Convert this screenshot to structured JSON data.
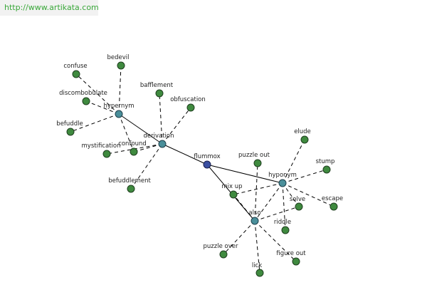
{
  "source": {
    "url": "http://www.artikata.com"
  },
  "colors": {
    "link": "#3aa83a",
    "word_node": "#3f8a3f",
    "relation_node": "#4a8f9a",
    "root_node": "#3a4fa0",
    "edge": "#000000"
  },
  "graph": {
    "root": "flummox",
    "nodes": [
      {
        "id": "flummox",
        "label": "flummox",
        "kind": "root"
      },
      {
        "id": "derivation",
        "label": "derivation",
        "kind": "relation"
      },
      {
        "id": "hypernym",
        "label": "hypernym",
        "kind": "relation"
      },
      {
        "id": "hyponym",
        "label": "hyponym",
        "kind": "relation"
      },
      {
        "id": "also",
        "label": "also",
        "kind": "relation"
      },
      {
        "id": "confuse",
        "label": "confuse",
        "kind": "word"
      },
      {
        "id": "bedevil",
        "label": "bedevil",
        "kind": "word"
      },
      {
        "id": "discombobulate",
        "label": "discombobulate",
        "kind": "word"
      },
      {
        "id": "befuddle",
        "label": "befuddle",
        "kind": "word"
      },
      {
        "id": "bafflement",
        "label": "bafflement",
        "kind": "word"
      },
      {
        "id": "obfuscation",
        "label": "obfuscation",
        "kind": "word"
      },
      {
        "id": "mystification",
        "label": "mystification",
        "kind": "word"
      },
      {
        "id": "confound",
        "label": "confound",
        "kind": "word"
      },
      {
        "id": "befuddlement",
        "label": "befuddlement",
        "kind": "word"
      },
      {
        "id": "puzzle_out",
        "label": "puzzle out",
        "kind": "word"
      },
      {
        "id": "elude",
        "label": "elude",
        "kind": "word"
      },
      {
        "id": "stump",
        "label": "stump",
        "kind": "word"
      },
      {
        "id": "mix_up",
        "label": "mix up",
        "kind": "word"
      },
      {
        "id": "escape",
        "label": "escape",
        "kind": "word"
      },
      {
        "id": "solve",
        "label": "solve",
        "kind": "word"
      },
      {
        "id": "riddle",
        "label": "riddle",
        "kind": "word"
      },
      {
        "id": "puzzle_over",
        "label": "puzzle over",
        "kind": "word"
      },
      {
        "id": "figure_out",
        "label": "figure out",
        "kind": "word"
      },
      {
        "id": "lick",
        "label": "lick",
        "kind": "word"
      }
    ],
    "edges": [
      {
        "from": "flummox",
        "to": "derivation",
        "style": "solid"
      },
      {
        "from": "flummox",
        "to": "hyponym",
        "style": "solid"
      },
      {
        "from": "flummox",
        "to": "also",
        "style": "solid"
      },
      {
        "from": "derivation",
        "to": "hypernym",
        "style": "solid"
      },
      {
        "from": "hypernym",
        "to": "confuse",
        "style": "dashed"
      },
      {
        "from": "hypernym",
        "to": "bedevil",
        "style": "dashed"
      },
      {
        "from": "hypernym",
        "to": "discombobulate",
        "style": "dashed"
      },
      {
        "from": "hypernym",
        "to": "befuddle",
        "style": "dashed"
      },
      {
        "from": "hypernym",
        "to": "confound",
        "style": "dashed"
      },
      {
        "from": "derivation",
        "to": "bafflement",
        "style": "dashed"
      },
      {
        "from": "derivation",
        "to": "obfuscation",
        "style": "dashed"
      },
      {
        "from": "derivation",
        "to": "mystification",
        "style": "dashed"
      },
      {
        "from": "derivation",
        "to": "confound",
        "style": "dashed"
      },
      {
        "from": "derivation",
        "to": "befuddlement",
        "style": "dashed"
      },
      {
        "from": "hyponym",
        "to": "elude",
        "style": "dashed"
      },
      {
        "from": "hyponym",
        "to": "stump",
        "style": "dashed"
      },
      {
        "from": "hyponym",
        "to": "mix_up",
        "style": "dashed"
      },
      {
        "from": "hyponym",
        "to": "escape",
        "style": "dashed"
      },
      {
        "from": "hyponym",
        "to": "solve",
        "style": "dashed"
      },
      {
        "from": "hyponym",
        "to": "riddle",
        "style": "dashed"
      },
      {
        "from": "hyponym",
        "to": "also",
        "style": "dashed"
      },
      {
        "from": "also",
        "to": "puzzle_out",
        "style": "dashed"
      },
      {
        "from": "also",
        "to": "mix_up",
        "style": "dashed"
      },
      {
        "from": "also",
        "to": "solve",
        "style": "dashed"
      },
      {
        "from": "also",
        "to": "puzzle_over",
        "style": "dashed"
      },
      {
        "from": "also",
        "to": "figure_out",
        "style": "dashed"
      },
      {
        "from": "also",
        "to": "lick",
        "style": "dashed"
      }
    ]
  }
}
